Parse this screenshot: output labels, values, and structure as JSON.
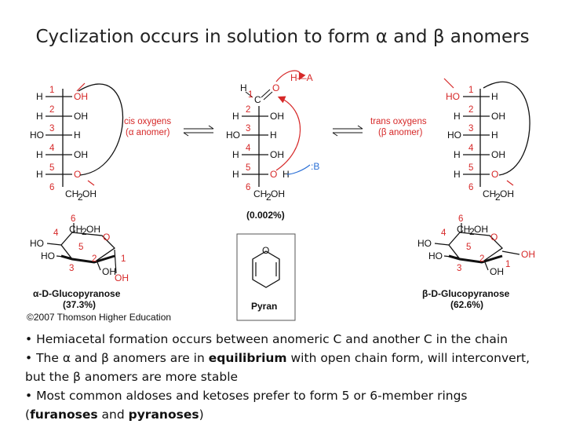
{
  "title": "Cyclization occurs in solution to form α and β anomers",
  "open_chain": {
    "percent": "(0.002%)",
    "reagent_top": "H—A",
    "reagent_side": ":B"
  },
  "alpha": {
    "arrow_label_1": "cis oxygens",
    "arrow_label_2": "(α anomer)",
    "name": "α-D-Glucopyranose",
    "percent": "(37.3%)"
  },
  "beta": {
    "arrow_label_1": "trans oxygens",
    "arrow_label_2": "(β anomer)",
    "name": "β-D-Glucopyranose",
    "percent": "(62.6%)"
  },
  "pyran": {
    "label": "Pyran",
    "atom": "O"
  },
  "copyright": "©2007 Thomson Higher Education",
  "bullets": {
    "b1": "• Hemiacetal formation occurs between anomeric C and another C in the chain",
    "b2_pre": "• The α and β anomers are in ",
    "b2_bold": "equilibrium",
    "b2_post": " with open chain form, will interconvert,",
    "b3": "but the β anomers are more stable",
    "b4": "• Most common aldoses and ketoses prefer to form 5 or 6-member rings",
    "b5_open": "(",
    "b5_b1": "furanoses",
    "b5_and": " and ",
    "b5_b2": "pyranoses",
    "b5_close": ")"
  }
}
